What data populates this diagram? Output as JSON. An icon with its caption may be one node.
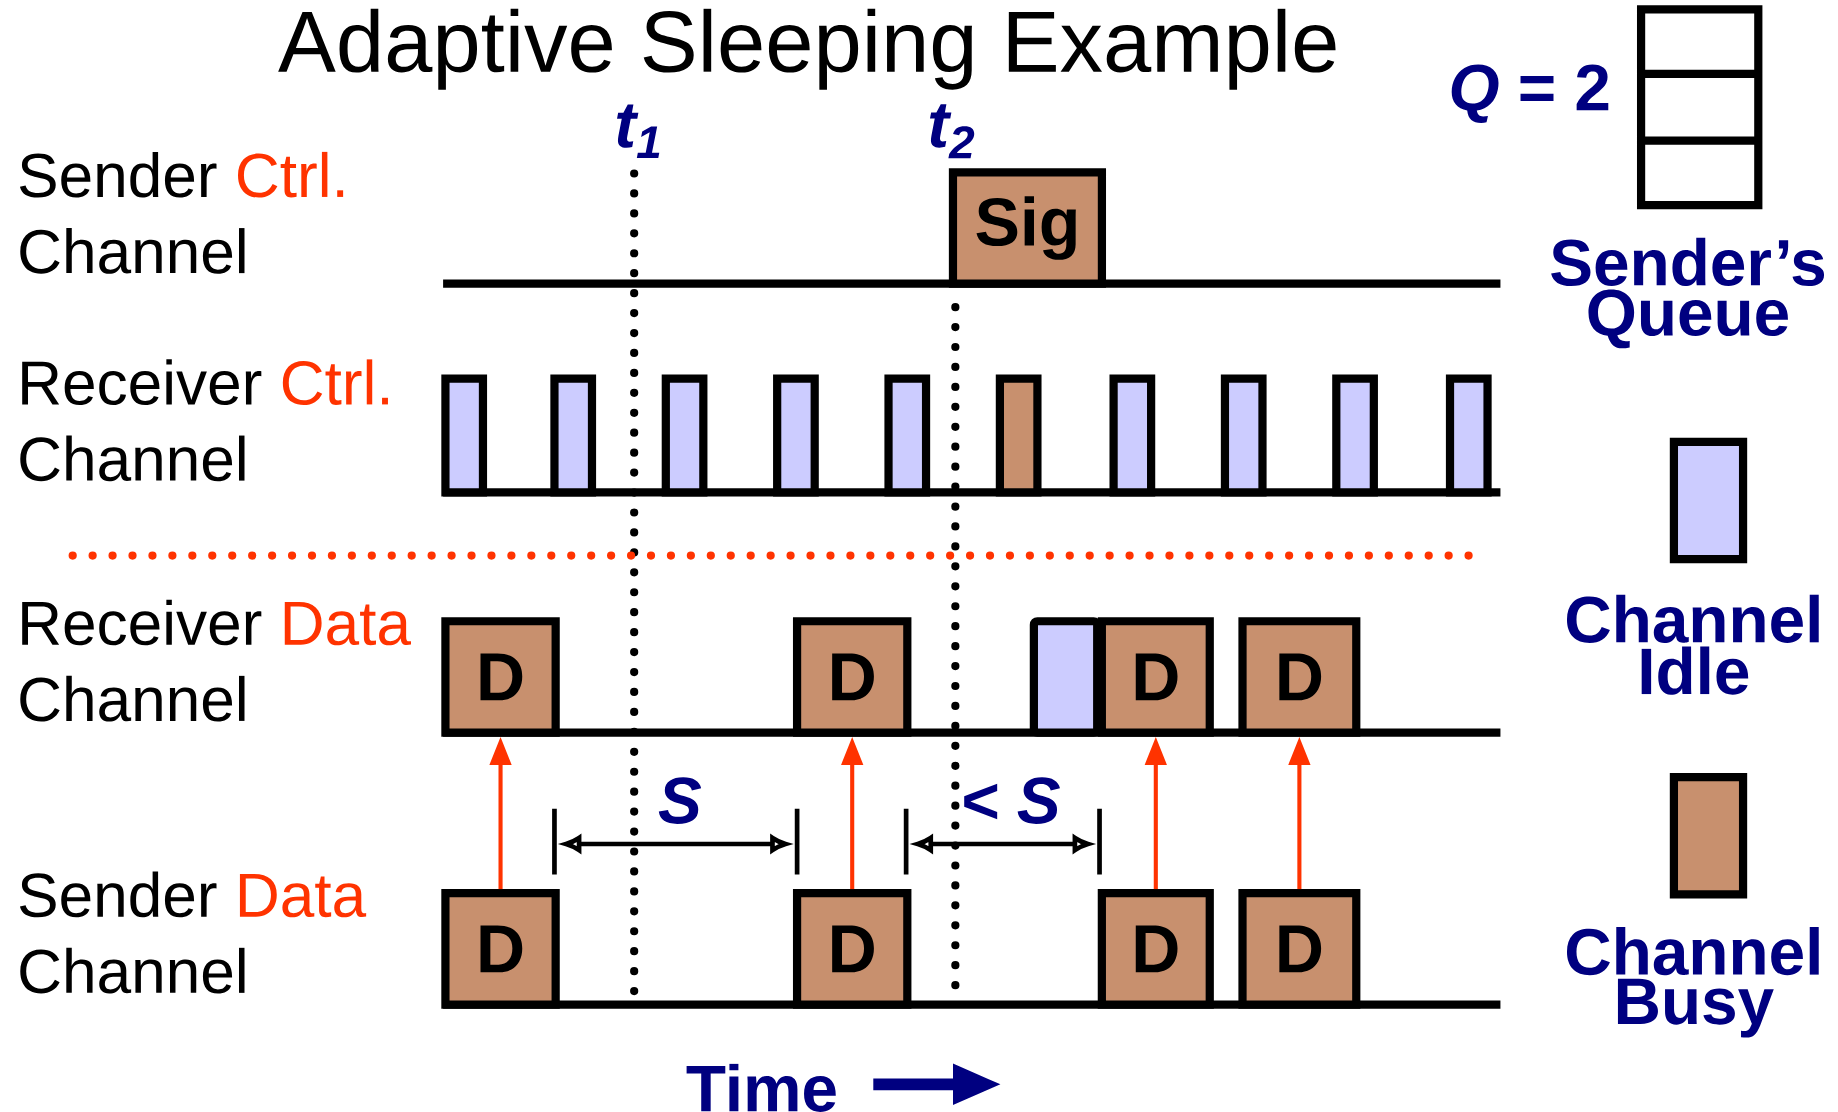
{
  "diagram": {
    "title": "Adaptive Sleeping Example",
    "nodes": [
      {
        "text": [
          "Sig"
        ]
      },
      {
        "text": [],
        "shape": "bar"
      },
      {
        "text": [],
        "shape": "bar"
      },
      {
        "text": [],
        "shape": "bar"
      },
      {
        "text": [],
        "shape": "bar"
      },
      {
        "text": [],
        "shape": "bar"
      },
      {
        "text": [],
        "shape": "bar"
      },
      {
        "text": [],
        "shape": "bar"
      },
      {
        "text": [],
        "shape": "bar"
      },
      {
        "text": [],
        "shape": "bar"
      },
      {
        "text": [],
        "shape": "bar"
      },
      {
        "text": [
          "D"
        ]
      },
      {
        "text": [
          "D"
        ]
      },
      {
        "text": [],
        "shape": "box"
      },
      {
        "text": [
          "D"
        ]
      },
      {
        "text": [
          "D"
        ]
      },
      {
        "text": [
          "D"
        ]
      },
      {
        "text": [
          "D"
        ]
      },
      {
        "text": [
          "D"
        ]
      },
      {
        "text": [
          "D"
        ]
      }
    ],
    "edges": [
      {
        "from": 16,
        "to": 11,
        "arrow": "to"
      },
      {
        "from": 17,
        "to": 12,
        "arrow": "to"
      },
      {
        "from": 18,
        "to": 14,
        "arrow": "to"
      },
      {
        "from": 19,
        "to": 15,
        "arrow": "to"
      }
    ],
    "labels": [
      "*Q* = 2",
      "t$_{1}$",
      "t$_{2}$",
      "Sender",
      "Ctrl.",
      "Channel",
      "Sender’s Queue",
      "Receiver",
      "Ctrl.",
      "Channel",
      "Receiver",
      "Data",
      "Channel",
      "S",
      "< S",
      "Sender",
      "Data",
      "Channel",
      "Time"
    ],
    "legend": [
      {
        "text": "Channel Idle",
        "color": "#ccccff"
      },
      {
        "text": "Channel Busy",
        "color": "#c8906e"
      }
    ]
  }
}
